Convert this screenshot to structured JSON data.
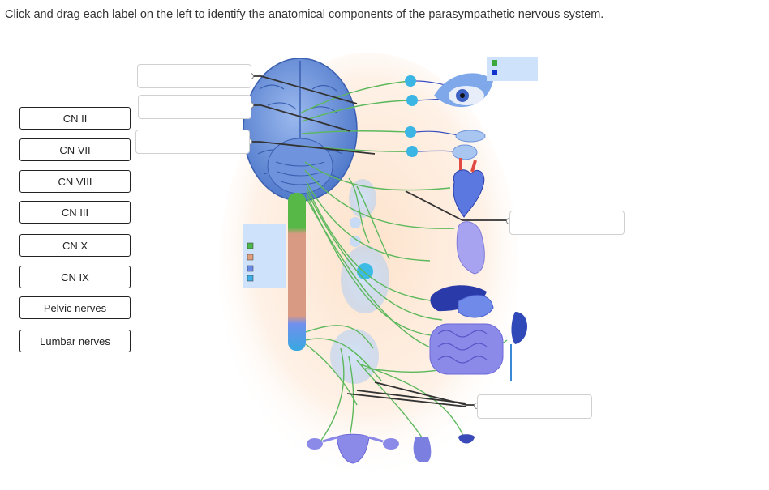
{
  "instructions": "Click and drag each label on the left to identify the anatomical components of the parasympathetic nervous system.",
  "labels": [
    "CN II",
    "CN VII",
    "CN VIII",
    "CN III",
    "CN X",
    "CN IX",
    "Pelvic nerves",
    "Lumbar nerves"
  ],
  "colors": {
    "nerve": "#5cb85c",
    "brain": "#6d94d9",
    "brain_dark": "#3f66b8",
    "ganglion": "#2fb3e0",
    "cord_green": "#58b847",
    "cord_salmon": "#d99a84",
    "cord_blue": "#5d86e6",
    "organ": "#7b7fe0",
    "organ_light": "#a8a4f0",
    "organ_dark": "#263a9c",
    "glow": "#fde6d2",
    "legend_bg": "#cfe2fb",
    "leader": "#333333"
  },
  "legend_top": [
    "#3aa83a",
    "#1030d0"
  ],
  "legend_side": [
    "#4cb84c",
    "#e0a080",
    "#6a8ae8",
    "#40b0e8"
  ]
}
